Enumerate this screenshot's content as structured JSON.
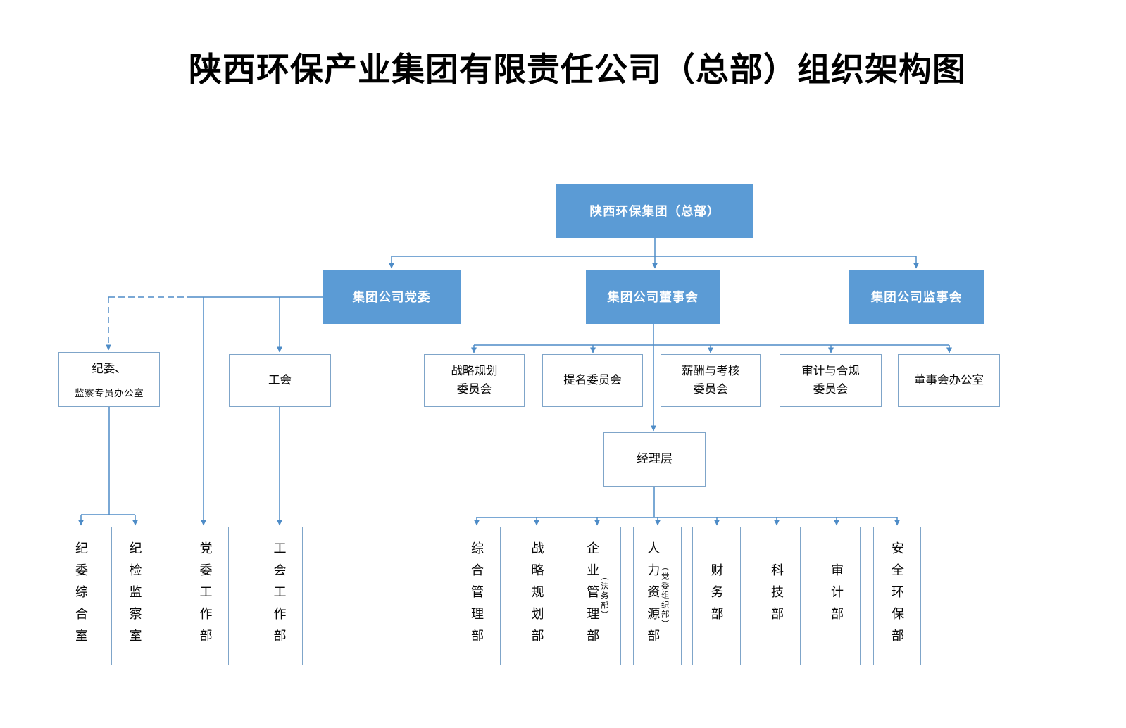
{
  "title": "陕西环保产业集团有限责任公司（总部）组织架构图",
  "colors": {
    "primary_blue": "#5B9BD5",
    "line_blue": "#4E8CC7",
    "box_border": "#7FA5C9"
  },
  "nodes": {
    "root": {
      "label": "陕西环保集团（总部）"
    },
    "party_committee": {
      "label": "集团公司党委"
    },
    "board": {
      "label": "集团公司董事会"
    },
    "supervisory_board": {
      "label": "集团公司监事会"
    },
    "discipline_office": {
      "line1": "纪委、",
      "line2": "监察专员办公室"
    },
    "labor_union": {
      "label": "工会"
    },
    "management": {
      "label": "经理层"
    },
    "committees": [
      {
        "lines": [
          "战略规划",
          "委员会"
        ]
      },
      {
        "lines": [
          "提名委员会",
          ""
        ]
      },
      {
        "lines": [
          "薪酬与考核",
          "委员会"
        ]
      },
      {
        "lines": [
          "审计与合规",
          "委员会"
        ]
      },
      {
        "lines": [
          "董事会办公室",
          ""
        ]
      }
    ],
    "party_departments": [
      {
        "label": "纪委综合室"
      },
      {
        "label": "纪检监察室"
      },
      {
        "label": "党委工作部"
      },
      {
        "label": "工会工作部"
      }
    ],
    "departments": [
      {
        "label": "综合管理部",
        "sub": ""
      },
      {
        "label": "战略规划部",
        "sub": ""
      },
      {
        "label": "企业管理部",
        "sub": "（法务部）"
      },
      {
        "label": "人力资源部",
        "sub": "（党委组织部）"
      },
      {
        "label": "财务部",
        "sub": ""
      },
      {
        "label": "科技部",
        "sub": ""
      },
      {
        "label": "审计部",
        "sub": ""
      },
      {
        "label": "安全环保部",
        "sub": ""
      }
    ]
  }
}
